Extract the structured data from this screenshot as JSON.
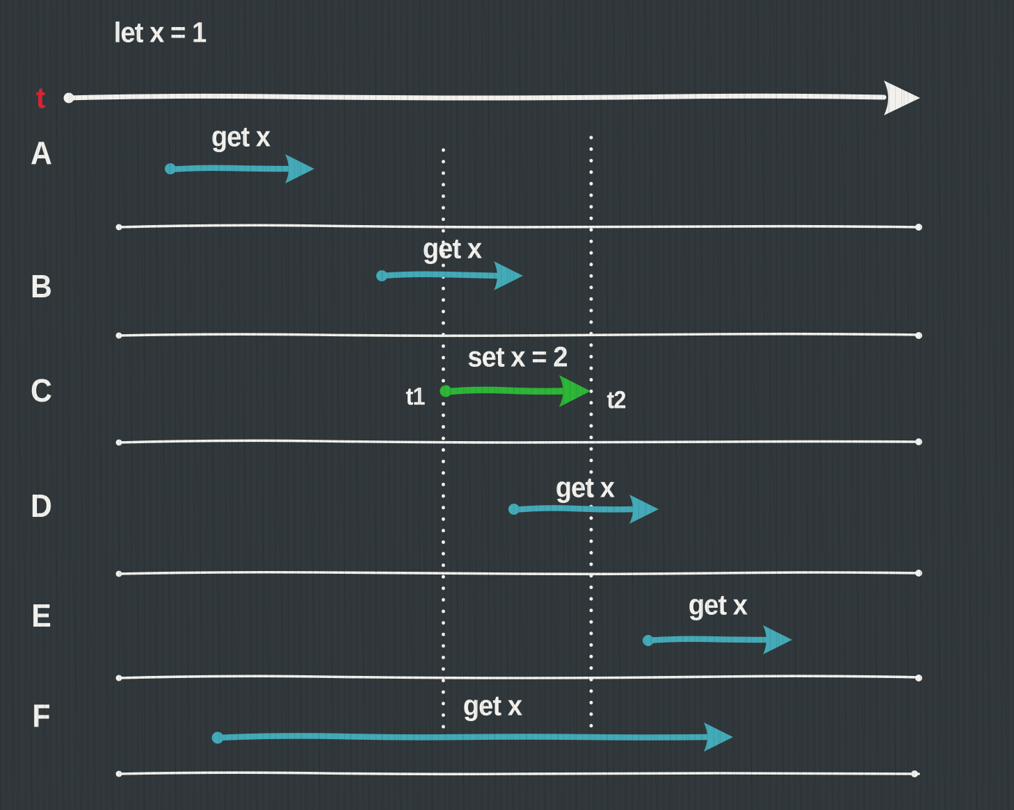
{
  "colors": {
    "bg": "#31383b",
    "ink": "#f2f1ed",
    "red": "#e6202f",
    "teal": "#43aab8",
    "green": "#2db637"
  },
  "init_statement": "let x = 1",
  "timeline": {
    "axis_label": "t"
  },
  "interval_markers": {
    "start": "t1",
    "end": "t2"
  },
  "rows": [
    {
      "label": "A",
      "operation": "get x",
      "kind": "read"
    },
    {
      "label": "B",
      "operation": "get x",
      "kind": "read"
    },
    {
      "label": "C",
      "operation": "set x = 2",
      "kind": "write",
      "starts_at": "t1",
      "ends_at": "t2"
    },
    {
      "label": "D",
      "operation": "get x",
      "kind": "read"
    },
    {
      "label": "E",
      "operation": "get x",
      "kind": "read"
    },
    {
      "label": "F",
      "operation": "get x",
      "kind": "read"
    }
  ]
}
